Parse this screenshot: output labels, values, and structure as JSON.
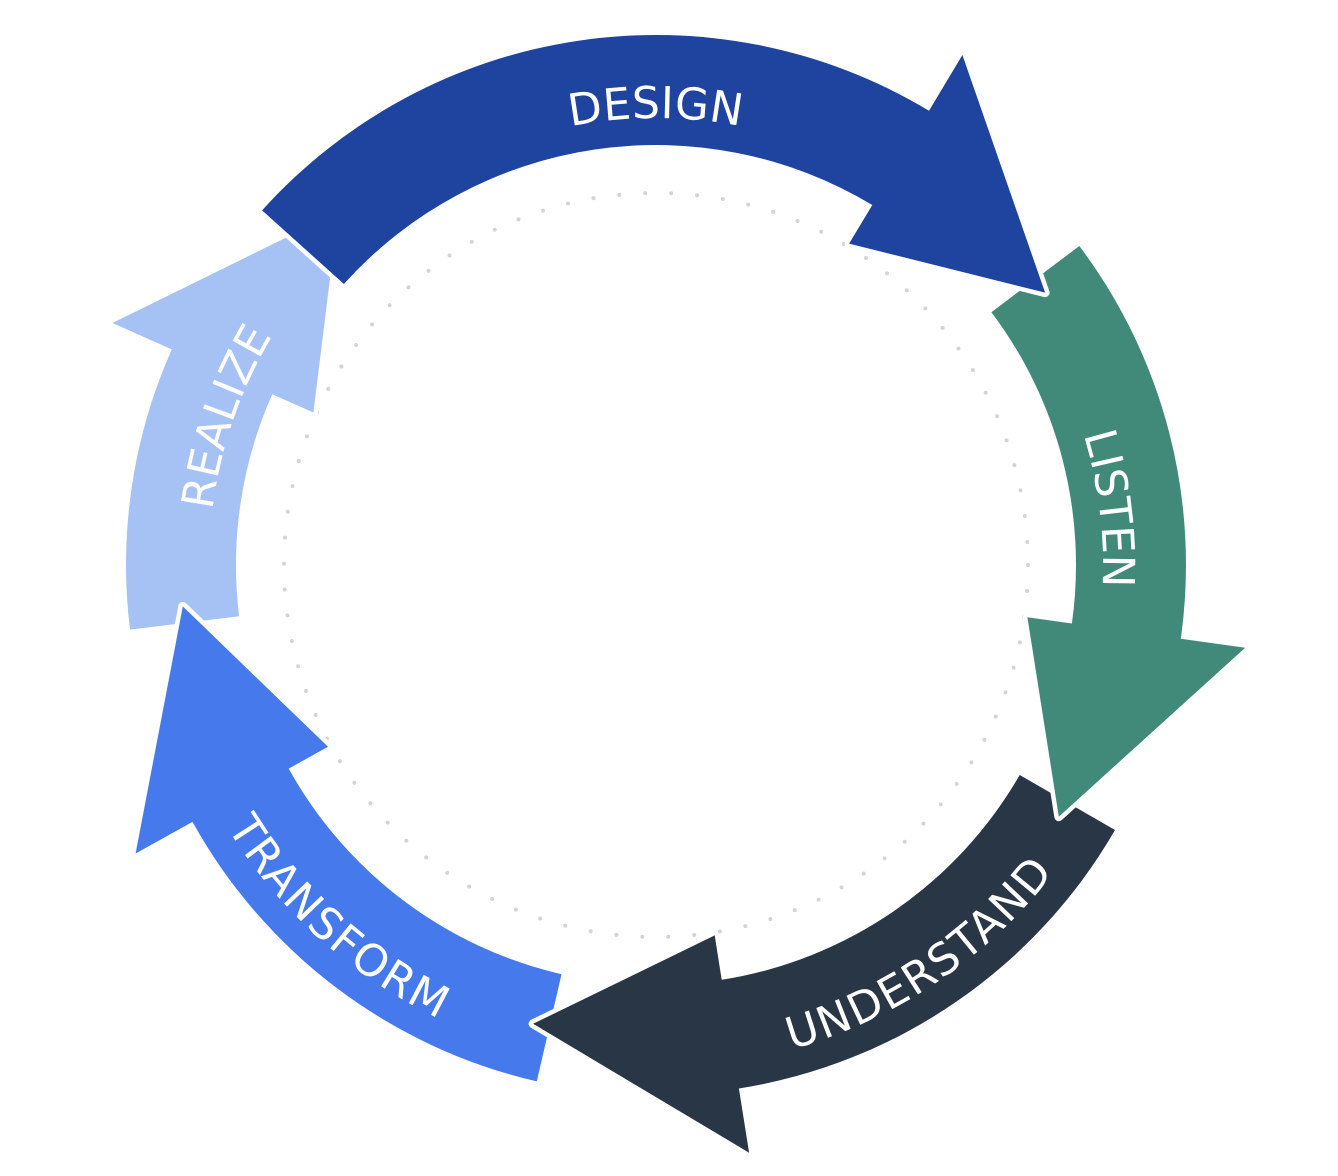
{
  "diagram": {
    "type": "cycle",
    "direction": "clockwise",
    "stages": [
      {
        "id": "design",
        "label": "DESIGN",
        "color": "#1f44a0",
        "text_color": "#ffffff"
      },
      {
        "id": "listen",
        "label": "LISTEN",
        "color": "#418a7a",
        "text_color": "#ffffff"
      },
      {
        "id": "understand",
        "label": "UNDERSTAND",
        "color": "#293646",
        "text_color": "#ffffff"
      },
      {
        "id": "transform",
        "label": "TRANSFORM",
        "color": "#4679eb",
        "text_color": "#ffffff"
      },
      {
        "id": "realize",
        "label": "REALIZE",
        "color": "#a6c1f4",
        "text_color": "#ffffff"
      }
    ],
    "inner_ring_color": "#d2d4d6",
    "background": "#ffffff"
  }
}
